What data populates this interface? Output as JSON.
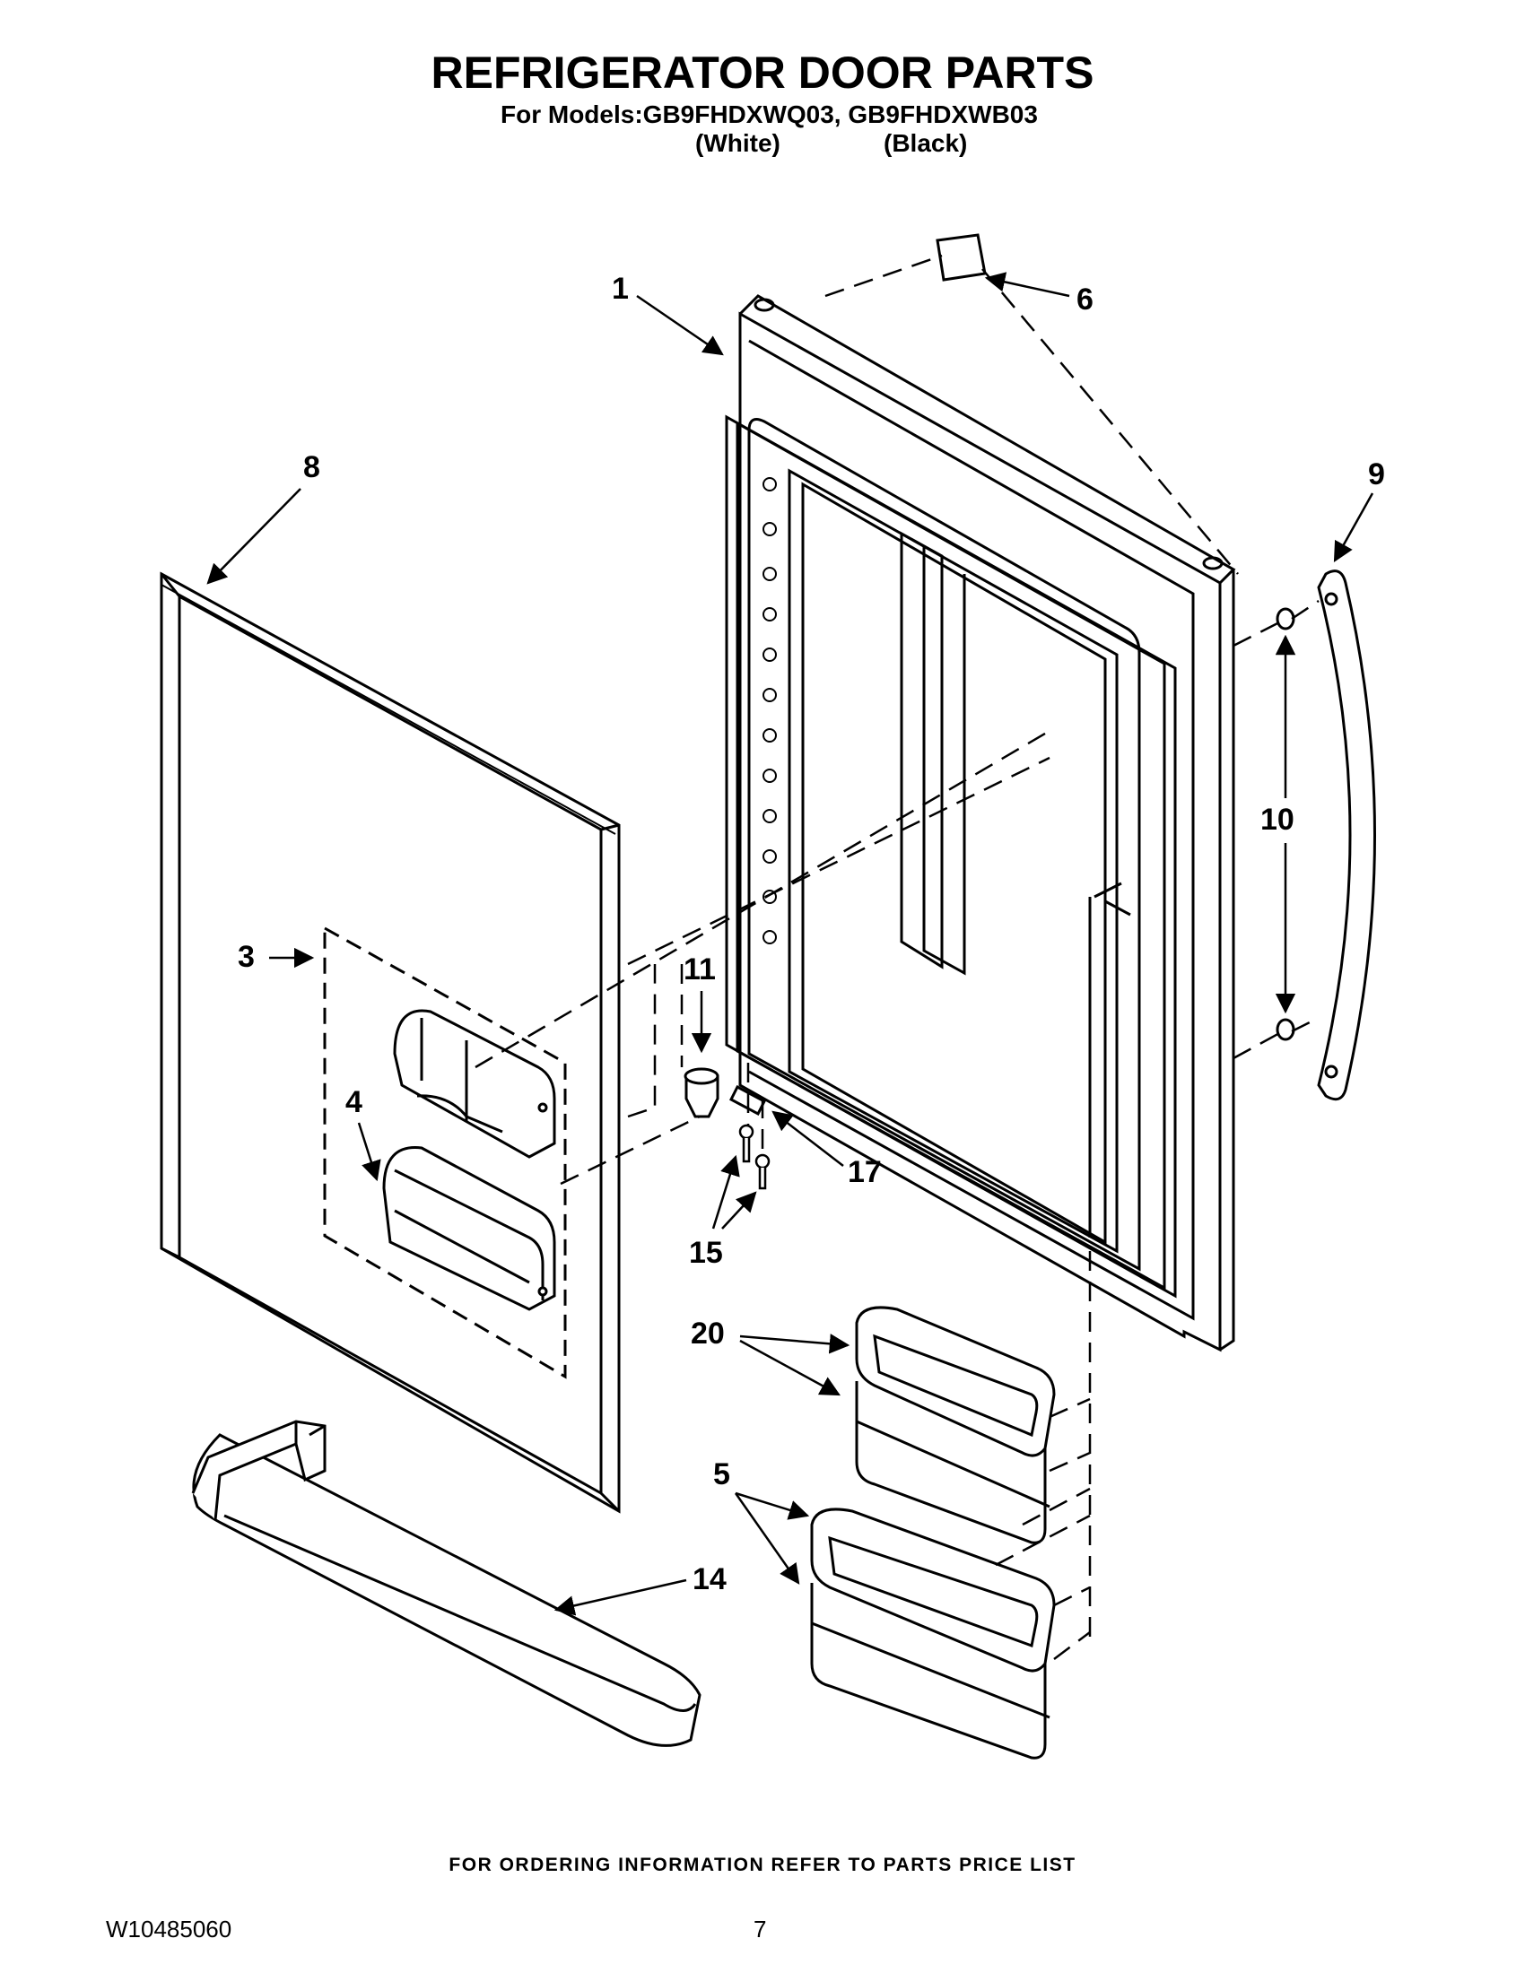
{
  "header": {
    "title": "REFRIGERATOR DOOR PARTS",
    "models_line": "For Models:GB9FHDXWQ03, GB9FHDXWB03",
    "color_white": "(White)",
    "color_black": "(Black)"
  },
  "callouts": [
    "1",
    "3",
    "4",
    "5",
    "6",
    "8",
    "9",
    "10",
    "11",
    "14",
    "15",
    "17",
    "20"
  ],
  "footer": {
    "ordering_note": "FOR ORDERING INFORMATION REFER TO PARTS PRICE LIST",
    "doc_id": "W10485060",
    "page_number": "7"
  }
}
